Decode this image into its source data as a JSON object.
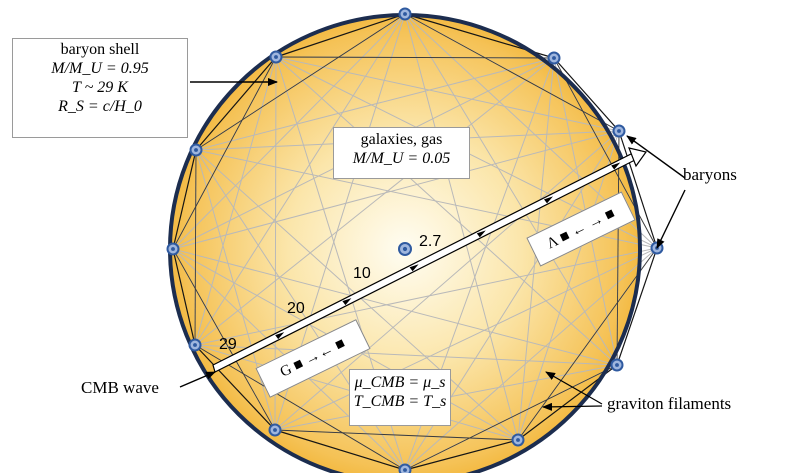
{
  "labels": {
    "baryon_shell": {
      "title": "baryon shell",
      "mass": "M/M_U = 0.95",
      "temp": "T ~ 29 K",
      "radius": "R_S = c/H_0"
    },
    "galaxies": {
      "title": "galaxies, gas",
      "mass": "M/M_U = 0.05"
    },
    "cmb_box": {
      "mu": "μ_CMB = μ_s",
      "temp": "T_CMB = T_s"
    },
    "lambda_box": "Λ ■ ← → ■",
    "gravity_box": "G ■ →← ■",
    "cmb_wave": "CMB wave",
    "baryons": "baryons",
    "graviton_filaments": "graviton filaments"
  },
  "temperatures": [
    "29",
    "20",
    "10",
    "2.7"
  ],
  "colors": {
    "sphere_center": "#fffbea",
    "sphere_edge": "#f3b22c",
    "outline": "#1c2d4f",
    "node": "#2f5aa0",
    "filament_light": "#b9b9b9",
    "filament_dark": "#151515"
  }
}
